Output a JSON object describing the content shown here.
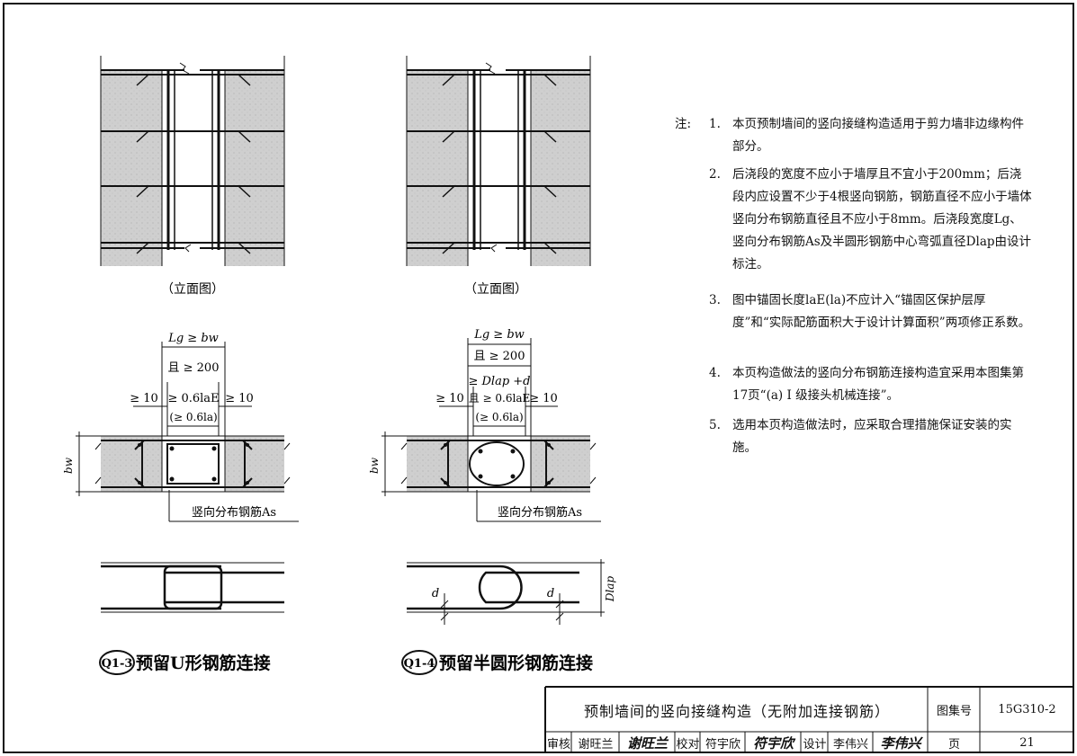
{
  "left_detail": {
    "elevation_caption": "（立面图）",
    "dims": {
      "lg_top": "Lg ≥ bw",
      "lg_bottom": "且 ≥ 200",
      "side_left": "≥ 10",
      "side_right": "≥ 10",
      "lap_top": "≥ 0.6laE",
      "lap_bottom": "(≥ 0.6la)",
      "bw": "bw"
    },
    "rebar_label": "竖向分布钢筋As",
    "title_tag": "Q1-3",
    "title": "预留U形钢筋连接"
  },
  "right_detail": {
    "elevation_caption": "（立面图）",
    "dims": {
      "lg_top": "Lg ≥ bw",
      "lg_bottom": "且 ≥ 200",
      "dlap": "≥ Dlap +d",
      "side_left": "≥ 10",
      "side_right": "≥ 10",
      "lap_top": "且 ≥ 0.6laE",
      "lap_bottom": "(≥ 0.6la)",
      "bw": "bw",
      "d_left": "d",
      "d_right": "d",
      "dlap_side": "Dlap"
    },
    "rebar_label": "竖向分布钢筋As",
    "title_tag": "Q1-4",
    "title": "预留半圆形钢筋连接"
  },
  "notes": {
    "heading": "注:",
    "items": [
      {
        "num": "1.",
        "text": "本页预制墙间的竖向接缝构造适用于剪力墙非边缘构件部分。"
      },
      {
        "num": "2.",
        "text": "后浇段的宽度不应小于墙厚且不宜小于200mm；后浇段内应设置不少于4根竖向钢筋，钢筋直径不应小于墙体竖向分布钢筋直径且不应小于8mm。后浇段宽度Lg、竖向分布钢筋As及半圆形钢筋中心弯弧直径Dlap由设计标注。"
      },
      {
        "num": "3.",
        "text": "图中锚固长度laE(la)不应计入“锚固区保护层厚度”和“实际配筋面积大于设计计算面积”两项修正系数。"
      },
      {
        "num": "4.",
        "text": "本页构造做法的竖向分布钢筋连接构造宜采用本图集第17页“(a) I 级接头机械连接”。"
      },
      {
        "num": "5.",
        "text": "选用本页构造做法时，应采取合理措施保证安装的实施。"
      }
    ]
  },
  "title_block": {
    "drawing_title": "预制墙间的竖向接缝构造（无附加连接钢筋）",
    "atlas_label": "图集号",
    "atlas_no": "15G310-2",
    "review_label": "审核",
    "reviewer": "谢旺兰",
    "reviewer_sig": "谢旺兰",
    "check_label": "校对",
    "checker": "符宇欣",
    "checker_sig": "符宇欣",
    "design_label": "设计",
    "designer": "李伟兴",
    "designer_sig": "李伟兴",
    "page_label": "页",
    "page_no": "21"
  },
  "colors": {
    "ink": "#111111",
    "wall_fill": "#cfcfcf",
    "paper": "#ffffff"
  }
}
